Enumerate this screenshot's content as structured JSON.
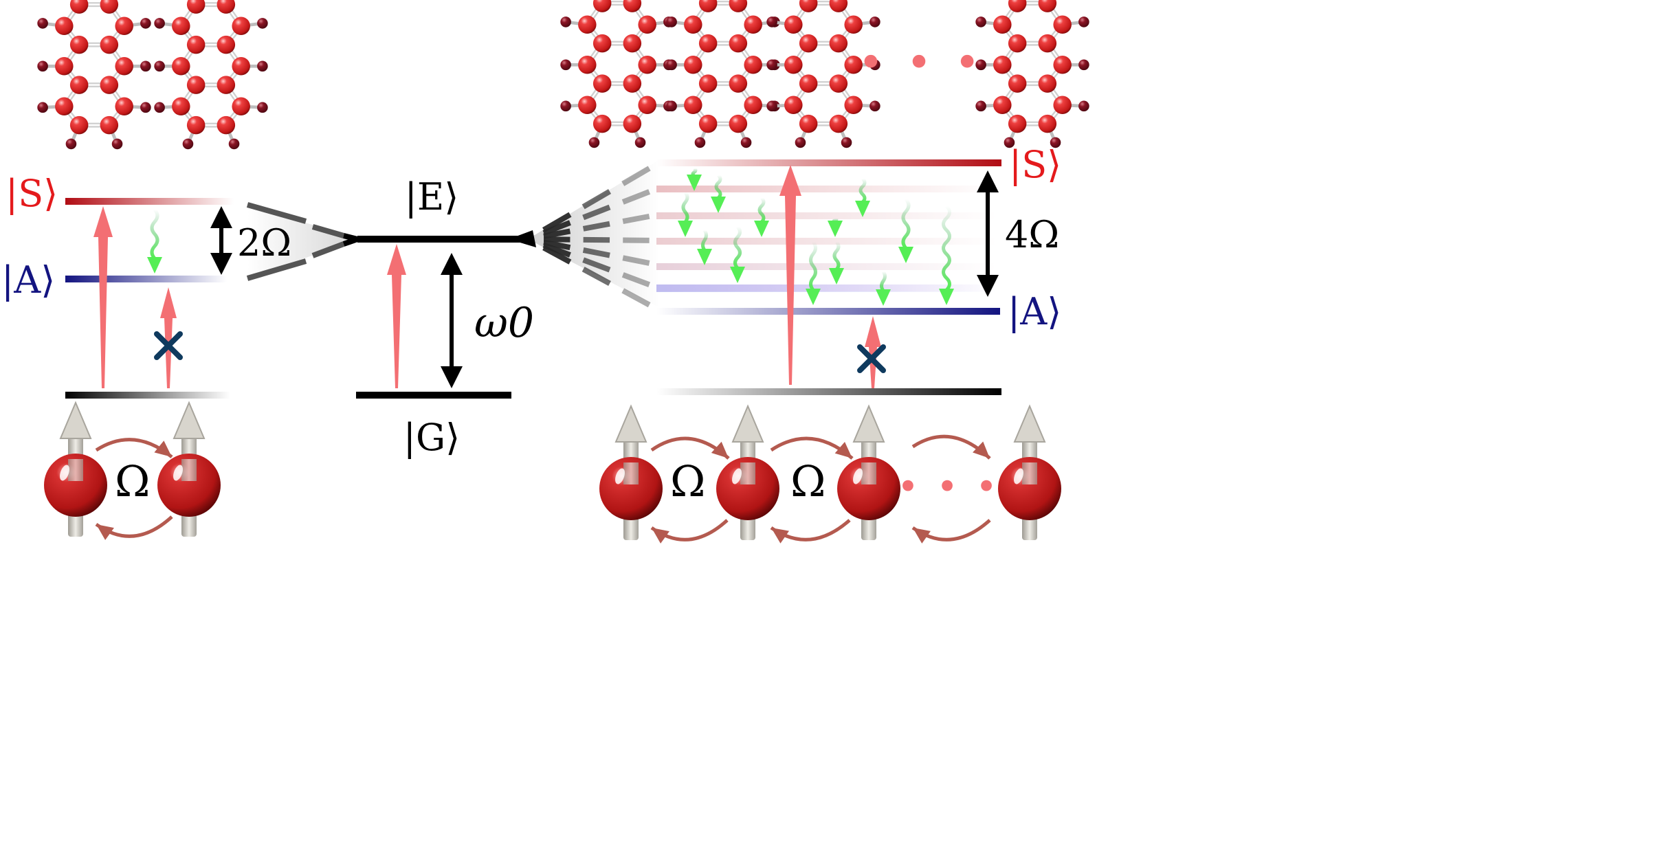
{
  "diagram": {
    "center": {
      "state_excited": "|E⟩",
      "state_ground": "|G⟩",
      "transition_frequency": "ω0"
    },
    "dimer": {
      "state_symmetric": "|S⟩",
      "state_antisymmetric": "|A⟩",
      "splitting": "2Ω",
      "coupling": "Ω"
    },
    "chain": {
      "state_symmetric": "|S⟩",
      "state_antisymmetric": "|A⟩",
      "bandwidth": "4Ω",
      "coupling_1": "Ω",
      "coupling_2": "Ω",
      "ellipsis": "• • •"
    },
    "colors": {
      "symmetric": "#c0141c",
      "antisymmetric": "#131480",
      "excitation_arrow": "#f36f73",
      "decay_arrow": "#55ee55",
      "blocked_mark": "#0f3a5e",
      "molecule_atom": "#e53333",
      "hydrogen_atom": "#7a0f1c",
      "spin_arrow": "#c9c6bd",
      "coupling_arrow": "#b45a4f",
      "level": "#000000"
    }
  }
}
